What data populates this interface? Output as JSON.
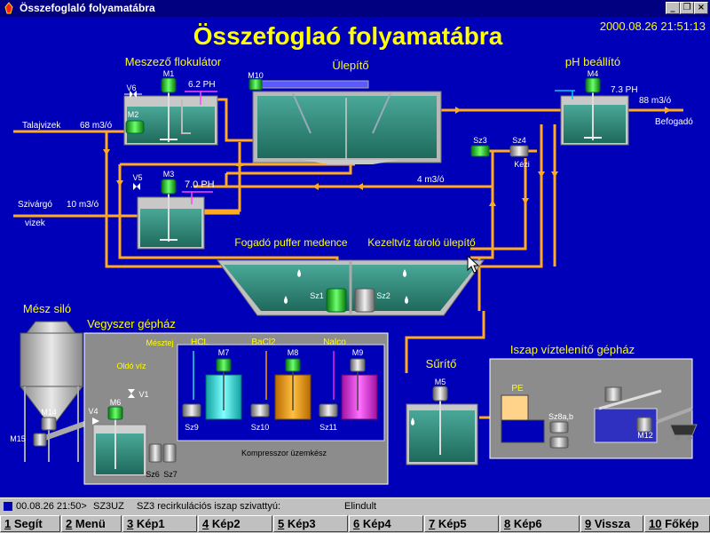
{
  "window": {
    "title": "Összefoglaló folyamatábra"
  },
  "header": {
    "title": "Összefoglaó folyamatábra",
    "datetime": "2000.08.26  21:51:13"
  },
  "labels": {
    "meszezo_flokulator": "Meszező flokulátor",
    "ulepito": "Ülepítő",
    "ph_beallito": "pH beállító",
    "talajvizek": "Talajvizek",
    "flow_talajvizek": "68 m3/ó",
    "szivargo": "Szivárgó",
    "vizek": "vizek",
    "flow_szivargo": "10 m3/ó",
    "ph1": "6.2 PH",
    "ph2": "7.0 PH",
    "ph3": "7.3 PH",
    "flow_out": "88 m3/ó",
    "befogado": "Befogadó",
    "flow_recirc": "4 m3/ó",
    "kezi": "Kézi",
    "fogado_puffer": "Fogadó puffer medence",
    "kezeltviz": "Kezeltvíz tároló ülepítő",
    "mesz_silo": "Mész siló",
    "vegyszer_gephaz": "Vegyszer gépház",
    "mesztej": "Mésztej",
    "oldo_viz": "Oldó víz",
    "hcl": "HCL",
    "bacl2": "BaCl2",
    "nalco": "Nalco",
    "kompresszor": "Kompresszor üzemkész",
    "surito": "Sűrítő",
    "iszap_gephaz": "Iszap víztelenítő gépház",
    "pe": "PE"
  },
  "equipment": {
    "m1": "M1",
    "m2": "M2",
    "m3": "M3",
    "m4": "M4",
    "m5": "M5",
    "m6": "M6",
    "m7": "M7",
    "m8": "M8",
    "m9": "M9",
    "m10": "M10",
    "m12": "M12",
    "m14": "M14",
    "m15": "M15",
    "v1": "V1",
    "v4": "V4",
    "v5": "V5",
    "v6": "V6",
    "sz1": "Sz1",
    "sz2": "Sz2",
    "sz3": "Sz3",
    "sz4": "Sz4",
    "sz6": "Sz6",
    "sz7": "Sz7",
    "sz8ab": "Sz8a,b",
    "sz9": "Sz9",
    "sz10": "Sz10",
    "sz11": "Sz11"
  },
  "status": {
    "timestamp": "00.08.26 21:50>",
    "code": "SZ3UZ",
    "message": "SZ3 recirkulációs iszap szivattyú:",
    "state": "Elindult"
  },
  "fkeys": [
    {
      "num": "1",
      "label": "Segít"
    },
    {
      "num": "2",
      "label": "Menü"
    },
    {
      "num": "3",
      "label": "Kép1"
    },
    {
      "num": "4",
      "label": "Kép2"
    },
    {
      "num": "5",
      "label": "Kép3"
    },
    {
      "num": "6",
      "label": "Kép4"
    },
    {
      "num": "7",
      "label": "Kép5"
    },
    {
      "num": "8",
      "label": "Kép6"
    },
    {
      "num": "9",
      "label": "Vissza"
    },
    {
      "num": "10",
      "label": "Főkép"
    }
  ],
  "colors": {
    "background": "#0000b8",
    "title_yellow": "#ffff00",
    "pipe": "#ffaa22",
    "tank_water": "#2e8a78",
    "motor_on": "#22cc22",
    "motor_off": "#bfbfbf",
    "hcl_tank": "#22dddd",
    "bacl2_tank": "#ff9900",
    "nalco_tank": "#ee22ee"
  }
}
